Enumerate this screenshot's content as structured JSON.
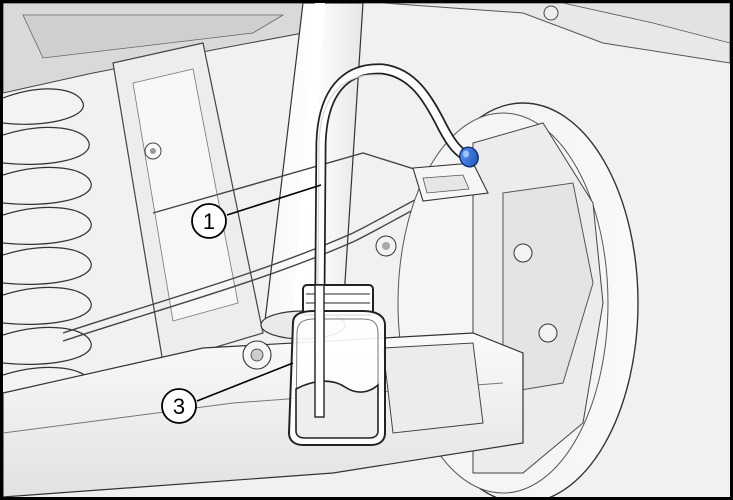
{
  "diagram": {
    "callouts": [
      {
        "id": "callout-1",
        "label": "1",
        "target": "bleeder-hose"
      },
      {
        "id": "callout-3",
        "label": "3",
        "target": "fluid-catch-bottle"
      }
    ]
  },
  "colors": {
    "line": "#000000",
    "component_fill": "#f7f7f7",
    "component_shade": "#dedede",
    "background": "#f4f4f4",
    "bleeder_cap": "#1e63c9"
  }
}
